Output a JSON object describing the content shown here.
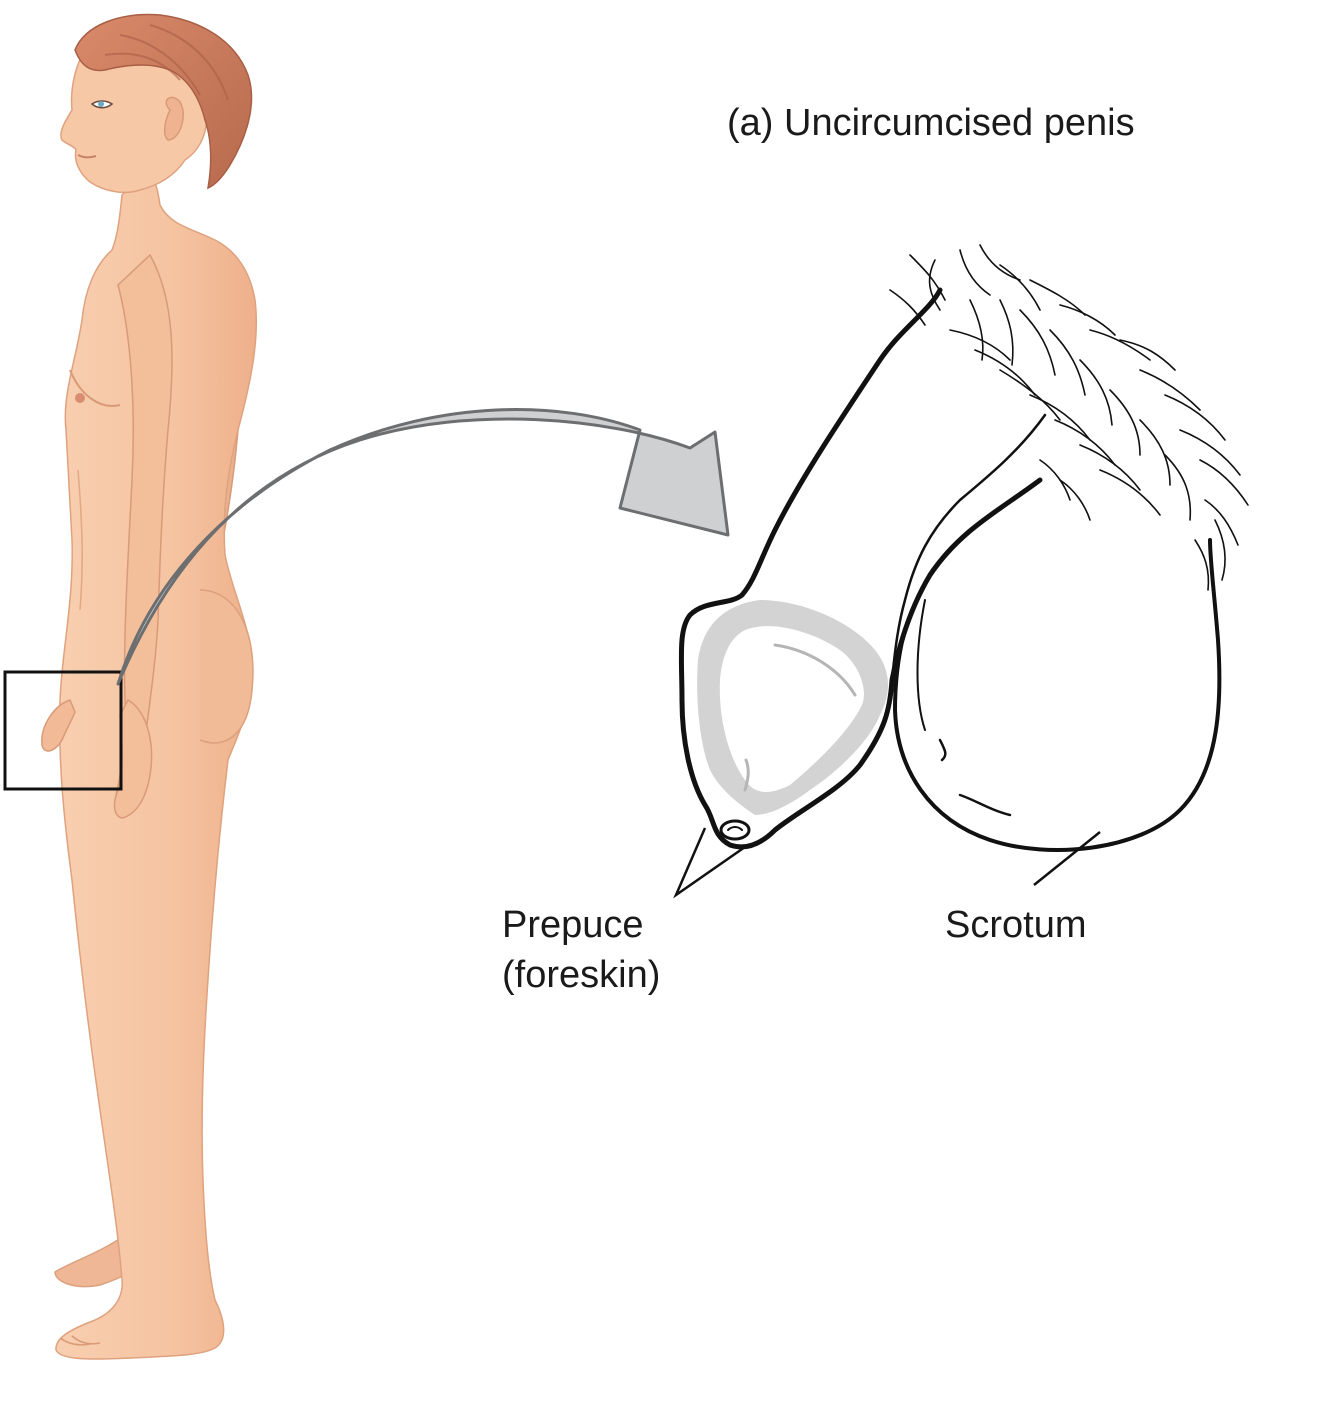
{
  "figure": {
    "title": "(a) Uncircumcised penis",
    "labels": {
      "prepuce": "Prepuce",
      "prepuce_sub": "(foreskin)",
      "scrotum": "Scrotum"
    },
    "colors": {
      "skin": "#f6c8a6",
      "skin_shadow": "#e9a883",
      "hair": "#c97a5c",
      "arrow_fill": "#cfd0d2",
      "arrow_stroke": "#6d6e70",
      "line": "#111111",
      "glans_shade": "#d3d3d3"
    }
  }
}
